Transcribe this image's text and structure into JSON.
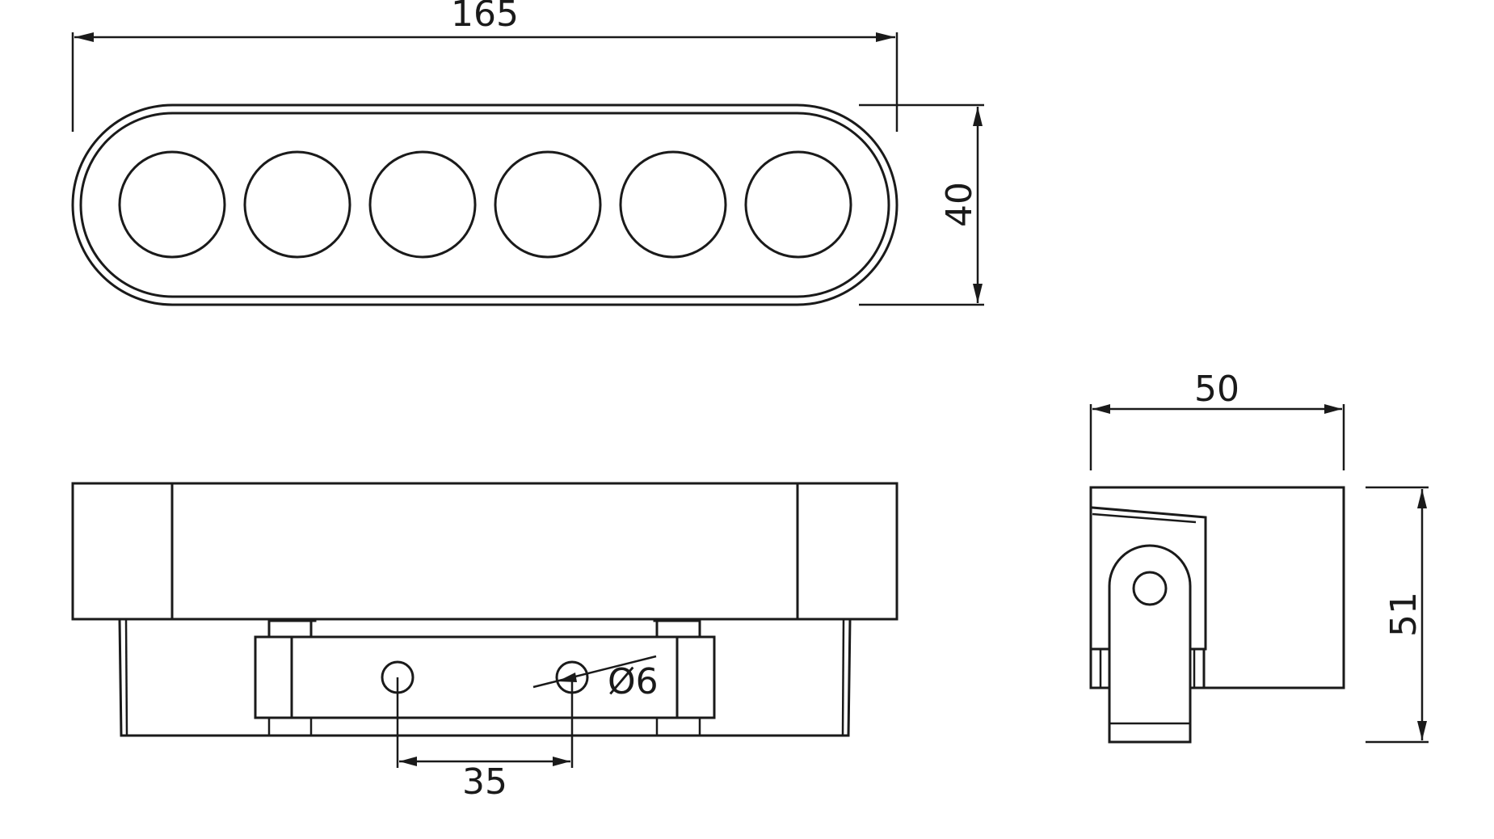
{
  "dimensions": {
    "top_width": "165",
    "top_height": "40",
    "side_width": "50",
    "side_height": "51",
    "hole_spacing": "35",
    "hole_diameter": "Ø6"
  },
  "views": {
    "top_view_lens_count": 6
  },
  "colors": {
    "line": "#1a1a1a",
    "background": "#ffffff"
  }
}
